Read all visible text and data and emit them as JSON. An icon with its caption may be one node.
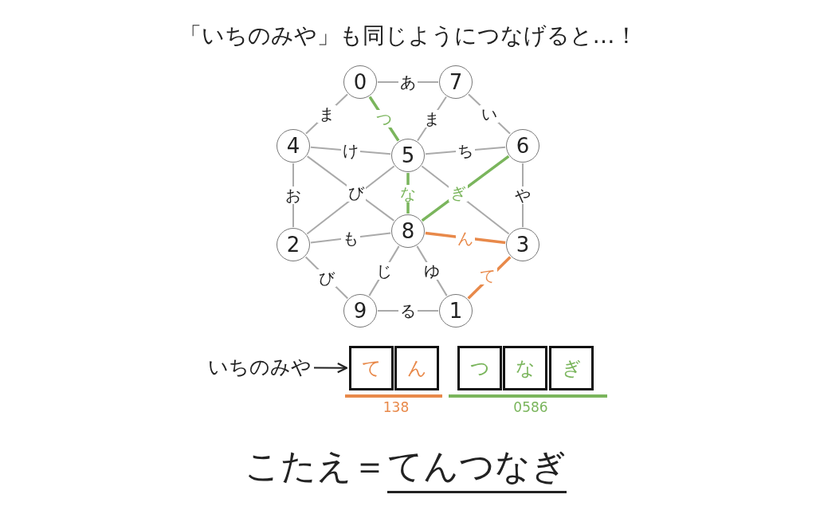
{
  "diagram": {
    "title": "「いちのみや」も同じようにつなげると…！",
    "nodes": [
      {
        "text": [
          "0"
        ]
      },
      {
        "text": [
          "7"
        ]
      },
      {
        "text": [
          "4"
        ]
      },
      {
        "text": [
          "5"
        ]
      },
      {
        "text": [
          "6"
        ]
      },
      {
        "text": [
          "2"
        ]
      },
      {
        "text": [
          "8"
        ]
      },
      {
        "text": [
          "3"
        ]
      },
      {
        "text": [
          "9"
        ]
      },
      {
        "text": [
          "1"
        ]
      },
      {
        "text": [
          "いちのみや"
        ]
      },
      {
        "text": [
          "て"
        ]
      },
      {
        "text": [
          "ん"
        ]
      },
      {
        "text": [
          "つ"
        ]
      },
      {
        "text": [
          "な"
        ]
      },
      {
        "text": [
          "ぎ"
        ]
      }
    ],
    "edges": [
      {
        "from": 0,
        "to": 1,
        "arrow": "none",
        "label": "あ"
      },
      {
        "from": 0,
        "to": 2,
        "arrow": "none",
        "label": "ま"
      },
      {
        "from": 1,
        "to": 3,
        "arrow": "none",
        "label": "ま"
      },
      {
        "from": 1,
        "to": 4,
        "arrow": "none",
        "label": "い"
      },
      {
        "from": 0,
        "to": 3,
        "arrow": "none",
        "label": "つ",
        "color": "#7ab55c"
      },
      {
        "from": 2,
        "to": 3,
        "arrow": "none",
        "label": "け"
      },
      {
        "from": 3,
        "to": 4,
        "arrow": "none",
        "label": "ち"
      },
      {
        "from": 2,
        "to": 5,
        "arrow": "none",
        "label": "お"
      },
      {
        "from": 2,
        "to": 6,
        "arrow": "none",
        "label": "び"
      },
      {
        "from": 3,
        "to": 5,
        "arrow": "none"
      },
      {
        "from": 3,
        "to": 6,
        "arrow": "none",
        "label": "な",
        "color": "#7ab55c"
      },
      {
        "from": 4,
        "to": 6,
        "arrow": "none",
        "label": "ぎ",
        "color": "#7ab55c"
      },
      {
        "from": 3,
        "to": 7,
        "arrow": "none"
      },
      {
        "from": 4,
        "to": 7,
        "arrow": "none",
        "label": "や"
      },
      {
        "from": 5,
        "to": 6,
        "arrow": "none",
        "label": "も"
      },
      {
        "from": 6,
        "to": 7,
        "arrow": "none",
        "label": "ん",
        "color": "#e8894a"
      },
      {
        "from": 7,
        "to": 9,
        "arrow": "none",
        "label": "て",
        "color": "#e8894a"
      },
      {
        "from": 5,
        "to": 8,
        "arrow": "none",
        "label": "び"
      },
      {
        "from": 6,
        "to": 8,
        "arrow": "none",
        "label": "じ"
      },
      {
        "from": 6,
        "to": 9,
        "arrow": "none",
        "label": "ゆ"
      },
      {
        "from": 8,
        "to": 9,
        "arrow": "none",
        "label": "る"
      },
      {
        "from": 10,
        "to": 11,
        "arrow": "to",
        "color": "#222222"
      }
    ],
    "labels": [
      "138",
      "0586",
      "こたえ＝",
      "てんつなぎ"
    ]
  }
}
